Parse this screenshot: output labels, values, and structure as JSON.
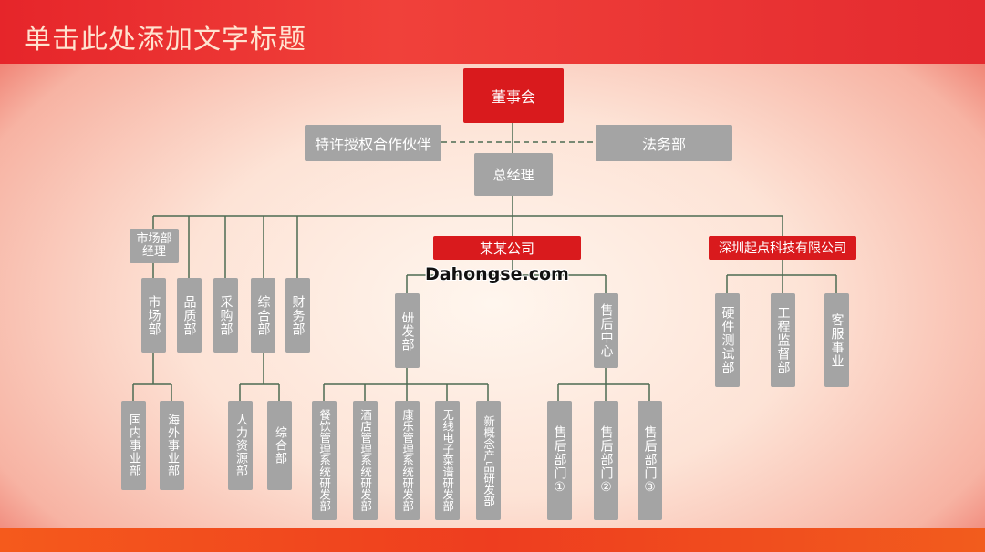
{
  "title": "单击此处添加文字标题",
  "nodes": {
    "board": "董事会",
    "franchise": "特许授权合作伙伴",
    "legal": "法务部",
    "gm": "总经理",
    "market_manager": "市场部经理",
    "company_a": "某某公司",
    "company_b": "深圳起点科技有限公司",
    "market": "市场部",
    "quality": "品质部",
    "purchase": "采购部",
    "general": "综合部",
    "finance": "财务部",
    "domestic": "国内事业部",
    "overseas": "海外事业部",
    "hr": "人力资源部",
    "general2": "综合部",
    "rd": "研发部",
    "aftersales": "售后中心",
    "catering": "餐饮管理系统研发部",
    "hotel": "酒店管理系统研发部",
    "kangle": "康乐管理系统研发部",
    "wireless": "无线电子菜谱研发部",
    "concept": "新概念产品研发部",
    "as1": "售后部门①",
    "as2": "售后部门②",
    "as3": "售后部门③",
    "hw": "硬件测试部",
    "eng": "工程监督部",
    "cs": "客服事业"
  },
  "watermark": "Dahongse.com"
}
